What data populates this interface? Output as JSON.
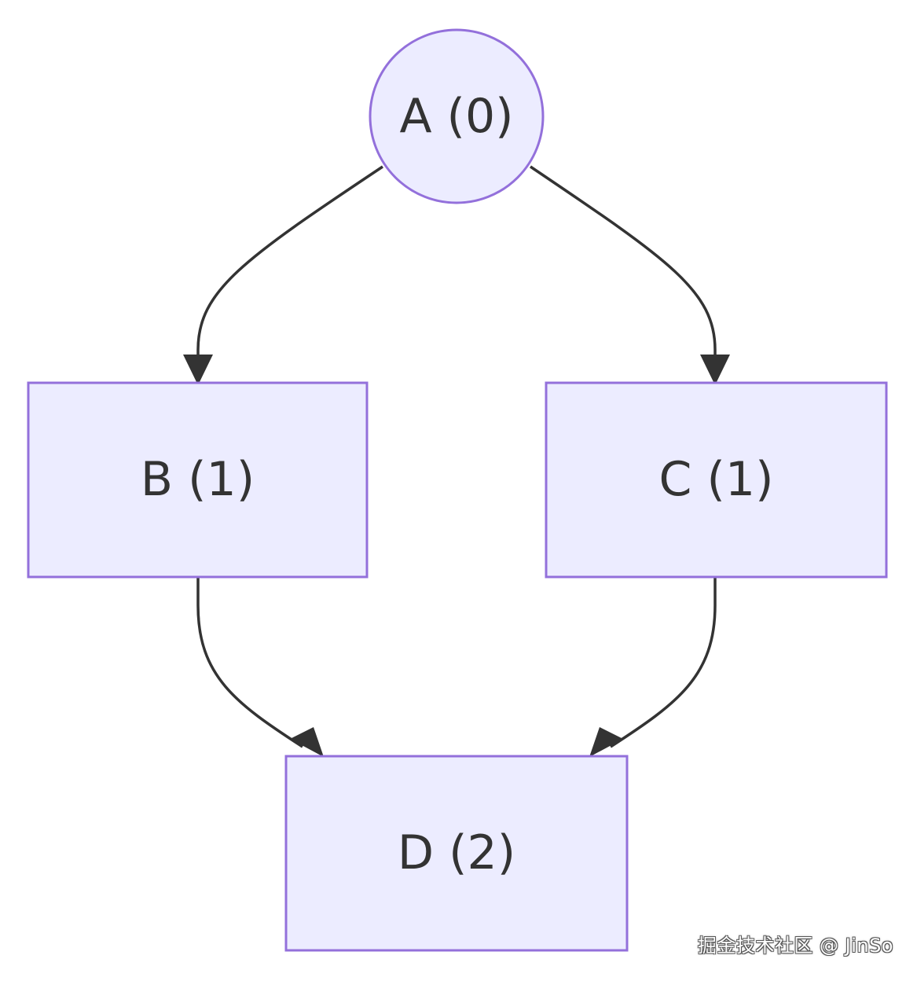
{
  "diagram": {
    "nodes": {
      "a": {
        "label": "A (0)"
      },
      "b": {
        "label": "B (1)"
      },
      "c": {
        "label": "C (1)"
      },
      "d": {
        "label": "D (2)"
      }
    },
    "edges": [
      {
        "from": "A (0)",
        "to": "B (1)"
      },
      {
        "from": "A (0)",
        "to": "C (1)"
      },
      {
        "from": "B (1)",
        "to": "D (2)"
      },
      {
        "from": "C (1)",
        "to": "D (2)"
      }
    ]
  },
  "watermark": {
    "text": "掘金技术社区 @ JinSo"
  },
  "colors": {
    "node_fill": "#ECECFF",
    "node_stroke": "#9370DB",
    "edge": "#333333",
    "text": "#333333"
  }
}
